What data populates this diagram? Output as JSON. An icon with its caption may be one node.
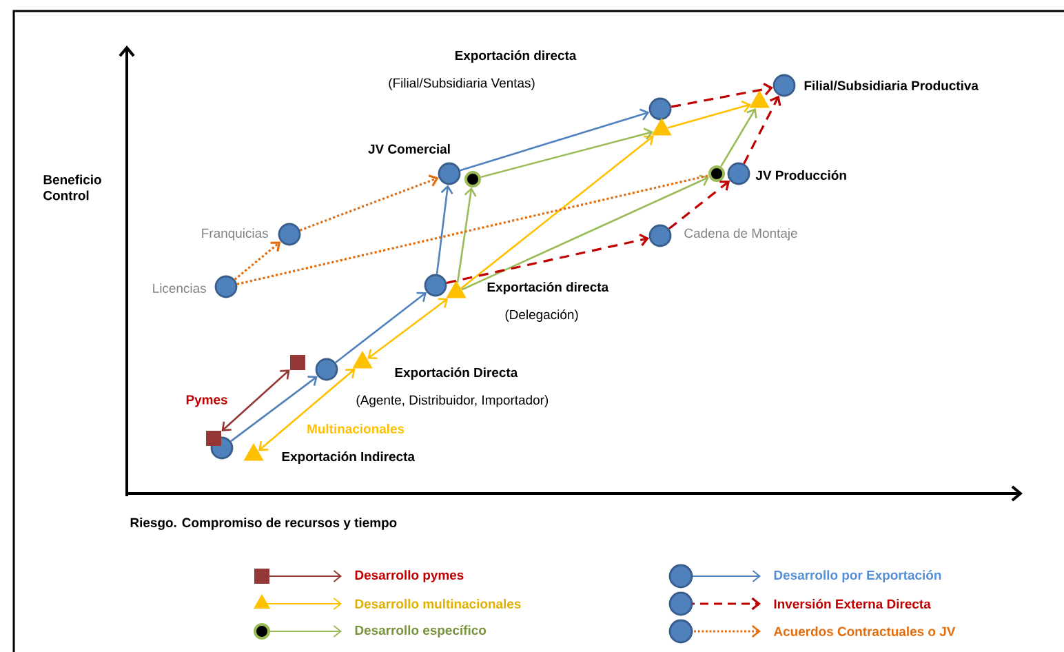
{
  "diagram": {
    "nodes": [
      {
        "text": [],
        "shape": "circle"
      },
      {
        "text": [],
        "shape": "circle",
        "beside": [
          "Exportación Directa",
          "(Agente, Distribuidor, Importador)"
        ]
      },
      {
        "text": [],
        "shape": "circle",
        "beside": [
          "Exportación directa",
          "(Delegación)"
        ]
      },
      {
        "text": [],
        "shape": "circle",
        "beside": [
          "JV Comercial"
        ]
      },
      {
        "text": [],
        "shape": "circle",
        "beside": [
          "Exportación directa",
          "(Filial/Subsidiaria Ventas)"
        ]
      },
      {
        "text": [],
        "shape": "circle",
        "beside": [
          "Filial/Subsidiaria Productiva"
        ]
      },
      {
        "text": [],
        "shape": "circle",
        "beside": [
          "JV Producción"
        ]
      },
      {
        "text": [],
        "shape": "circle",
        "beside": [
          "Cadena de Montaje"
        ]
      },
      {
        "text": [],
        "shape": "circle",
        "beside": [
          "Franquicias"
        ]
      },
      {
        "text": [],
        "shape": "circle",
        "beside": [
          "Licencias"
        ]
      },
      {
        "text": [],
        "shape": "box"
      },
      {
        "text": [],
        "shape": "box"
      },
      {
        "text": [],
        "shape": "triangle"
      },
      {
        "text": [],
        "shape": "triangle"
      },
      {
        "text": [],
        "shape": "triangle"
      },
      {
        "text": [],
        "shape": "triangle"
      },
      {
        "text": [],
        "shape": "triangle"
      },
      {
        "text": [],
        "shape": "dot"
      },
      {
        "text": [],
        "shape": "dot"
      }
    ],
    "edges": [
      {
        "from": 10,
        "to": 11,
        "arrow": "both",
        "color": "#953735"
      },
      {
        "from": 0,
        "to": 1,
        "arrow": "to",
        "color": "#4f81bd"
      },
      {
        "from": 1,
        "to": 2,
        "arrow": "to",
        "color": "#4f81bd"
      },
      {
        "from": 2,
        "to": 3,
        "arrow": "to",
        "color": "#4f81bd"
      },
      {
        "from": 3,
        "to": 4,
        "arrow": "to",
        "color": "#4f81bd"
      },
      {
        "from": 12,
        "to": 13,
        "arrow": "both",
        "color": "#ffc000"
      },
      {
        "from": 13,
        "to": 14,
        "arrow": "both",
        "color": "#ffc000"
      },
      {
        "from": 14,
        "to": 15,
        "arrow": "to",
        "color": "#ffc000"
      },
      {
        "from": 15,
        "to": 16,
        "arrow": "to",
        "color": "#ffc000"
      },
      {
        "from": 14,
        "to": 17,
        "arrow": "to",
        "color": "#9bbb59"
      },
      {
        "from": 17,
        "to": 15,
        "arrow": "to",
        "color": "#9bbb59"
      },
      {
        "from": 14,
        "to": 18,
        "arrow": "to",
        "color": "#9bbb59"
      },
      {
        "from": 18,
        "to": 16,
        "arrow": "to",
        "color": "#9bbb59"
      },
      {
        "from": 2,
        "to": 7,
        "arrow": "to",
        "style": "dashed",
        "color": "#c00000"
      },
      {
        "from": 7,
        "to": 6,
        "arrow": "to",
        "style": "dashed",
        "color": "#c00000"
      },
      {
        "from": 6,
        "to": 5,
        "arrow": "to",
        "style": "dashed",
        "color": "#c00000"
      },
      {
        "from": 4,
        "to": 5,
        "arrow": "to",
        "style": "dashed",
        "color": "#c00000"
      },
      {
        "from": 9,
        "to": 8,
        "arrow": "to",
        "style": "dashed",
        "color": "#e46c0a"
      },
      {
        "from": 8,
        "to": 3,
        "arrow": "to",
        "style": "dashed",
        "color": "#e46c0a"
      },
      {
        "from": 9,
        "to": 18,
        "arrow": "none",
        "style": "dashed",
        "color": "#e46c0a"
      }
    ],
    "labels": [
      "Beneficio Control",
      "Pymes",
      "Multinacionales",
      "Exportación Indirecta",
      "Riesgo. Compromiso de recursos y tiempo"
    ],
    "legend": [
      {
        "text": "Desarrollo pymes"
      },
      {
        "text": "Desarrollo multinacionales"
      },
      {
        "text": "Desarrollo específico"
      },
      {
        "text": "Desarrollo por Exportación"
      },
      {
        "text": "Inversión Externa Directa"
      },
      {
        "text": "Acuerdos Contractuales o JV"
      }
    ]
  }
}
